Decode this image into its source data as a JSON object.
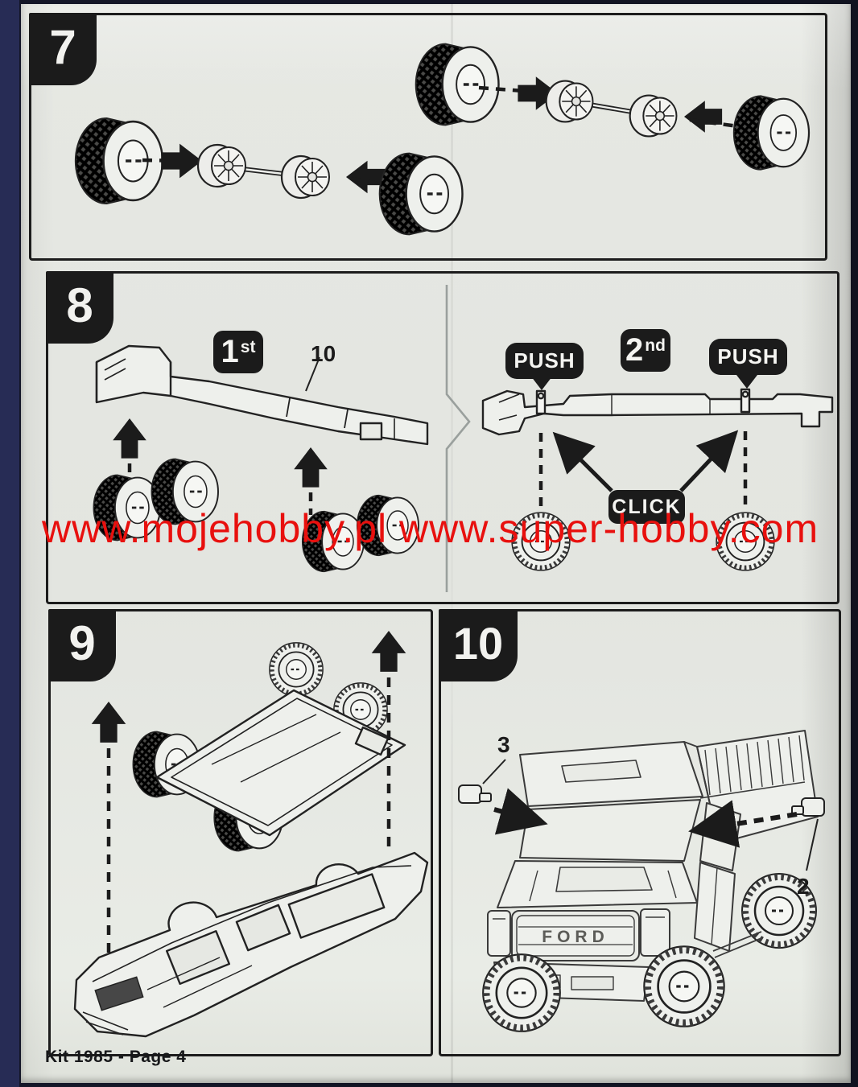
{
  "page": {
    "watermark": "www.mojehobby.pl www.super-hobby.com",
    "footer": "Kit 1985 - Page 4"
  },
  "colors": {
    "watermark_red": "#e8100e",
    "paper": "#e4e6e1",
    "ink": "#222222",
    "badge_black": "#1b1b1b",
    "background_navy": "#272c55"
  },
  "icons": {
    "arrow_up": "▲",
    "arrow_down": "▼",
    "arrow_left": "◀",
    "arrow_right": "▶"
  },
  "steps": {
    "step7": {
      "number": "7"
    },
    "step8": {
      "number": "8",
      "order1_base": "1",
      "order1_suffix": "st",
      "order2_base": "2",
      "order2_suffix": "nd",
      "part_label": "10",
      "push_label": "PUSH",
      "click_label": "CLICK"
    },
    "step9": {
      "number": "9"
    },
    "step10": {
      "number": "10",
      "part_left_label": "3",
      "part_right_label": "2",
      "grille_text": "FORD"
    }
  }
}
